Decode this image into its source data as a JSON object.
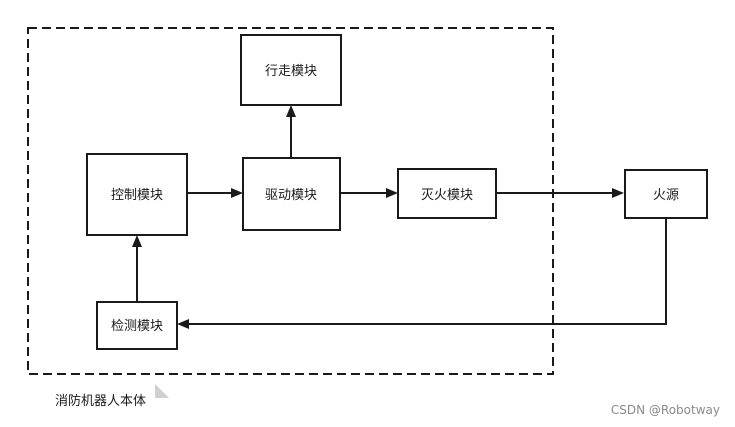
{
  "diagram": {
    "frame_label": "消防机器人本体",
    "watermark": "CSDN @Robotway",
    "nodes": {
      "walking": "行走模块",
      "control": "控制模块",
      "drive": "驱动模块",
      "extinguish": "灭火模块",
      "fire": "火源",
      "detect": "检测模块"
    }
  }
}
